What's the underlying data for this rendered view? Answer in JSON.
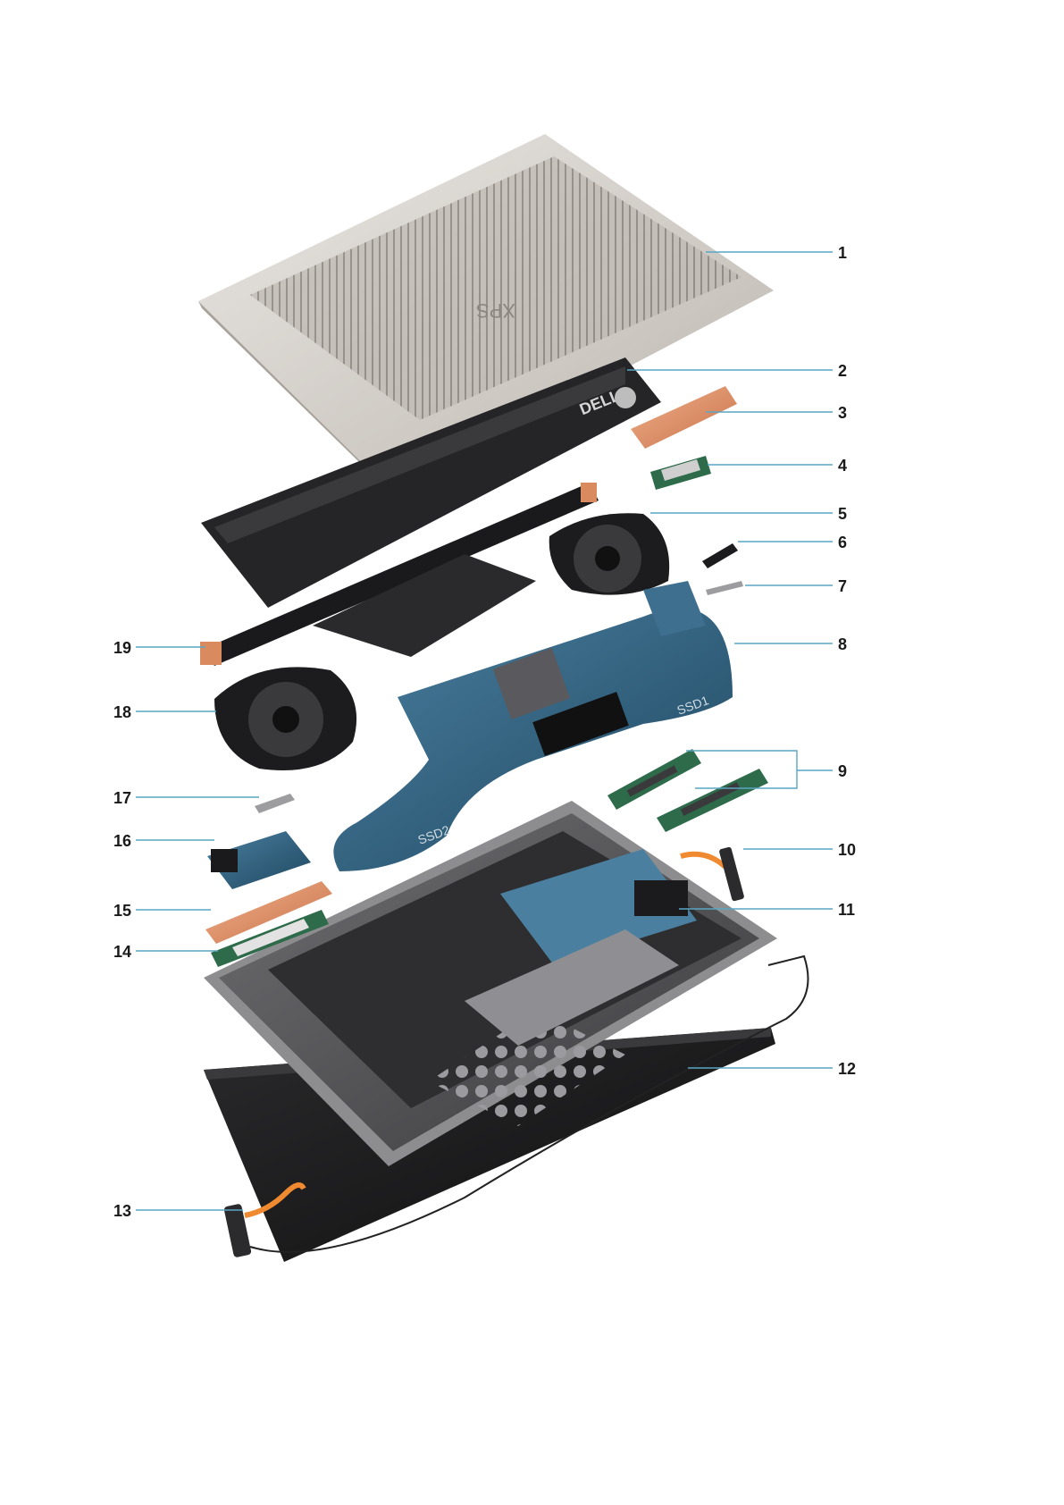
{
  "logos": {
    "base_logo": "XPS",
    "battery_logo": "DELL"
  },
  "board_labels": {
    "ssd1": "SSD1",
    "ssd2": "SSD2"
  },
  "callouts": [
    "1",
    "2",
    "3",
    "4",
    "5",
    "6",
    "7",
    "8",
    "9",
    "10",
    "11",
    "12",
    "13",
    "14",
    "15",
    "16",
    "17",
    "18",
    "19"
  ],
  "colors": {
    "leader": "#5aa6c4",
    "board": "#2f5d7a",
    "copper": "#d98b5f",
    "silver": "#cfcac4"
  }
}
